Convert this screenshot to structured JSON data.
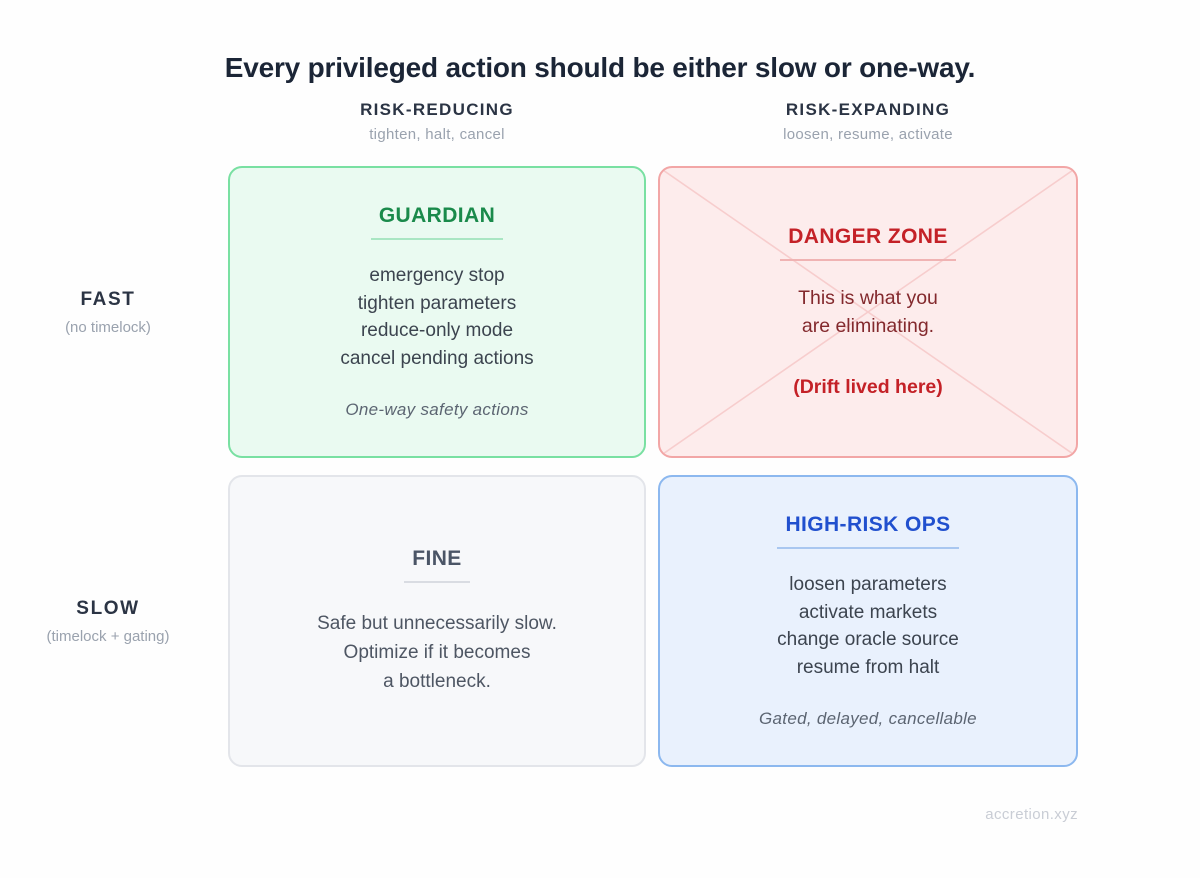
{
  "title": "Every privileged action should be either slow or one-way.",
  "columns": [
    {
      "label": "RISK-REDUCING",
      "sublabel": "tighten, halt, cancel"
    },
    {
      "label": "RISK-EXPANDING",
      "sublabel": "loosen, resume, activate"
    }
  ],
  "rows": [
    {
      "label": "FAST",
      "sublabel": "(no timelock)"
    },
    {
      "label": "SLOW",
      "sublabel": "(timelock + gating)"
    }
  ],
  "quadrants": {
    "guardian": {
      "title": "GUARDIAN",
      "items": [
        "emergency stop",
        "tighten parameters",
        "reduce-only mode",
        "cancel pending actions"
      ],
      "note": "One-way safety actions"
    },
    "danger": {
      "title": "DANGER ZONE",
      "lines": [
        "This is what you",
        "are eliminating."
      ],
      "emphasis": "(Drift lived here)"
    },
    "fine": {
      "title": "FINE",
      "lines": [
        "Safe but unnecessarily slow.",
        "Optimize if it becomes",
        "a bottleneck."
      ]
    },
    "highrisk": {
      "title": "HIGH-RISK OPS",
      "items": [
        "loosen parameters",
        "activate markets",
        "change oracle source",
        "resume from halt"
      ],
      "note": "Gated, delayed, cancellable"
    }
  },
  "footer": "accretion.xyz",
  "colors": {
    "title_text": "#1b2536",
    "header_text": "#2b3444",
    "muted_text": "#9aa2ae",
    "guardian_green": "#1a8a4b",
    "guardian_border": "#79e0a2",
    "guardian_bg": "#eafaf1",
    "danger_red": "#c42127",
    "danger_border": "#f2a6a6",
    "danger_bg": "#fdecec",
    "danger_body": "#83292d",
    "fine_slate": "#4b5566",
    "fine_border": "#e3e5ea",
    "fine_bg": "#f7f8fa",
    "highrisk_blue": "#2150ce",
    "highrisk_border": "#8cb8ef",
    "highrisk_bg": "#e9f1fd",
    "footer_text": "#c9cdd5"
  }
}
